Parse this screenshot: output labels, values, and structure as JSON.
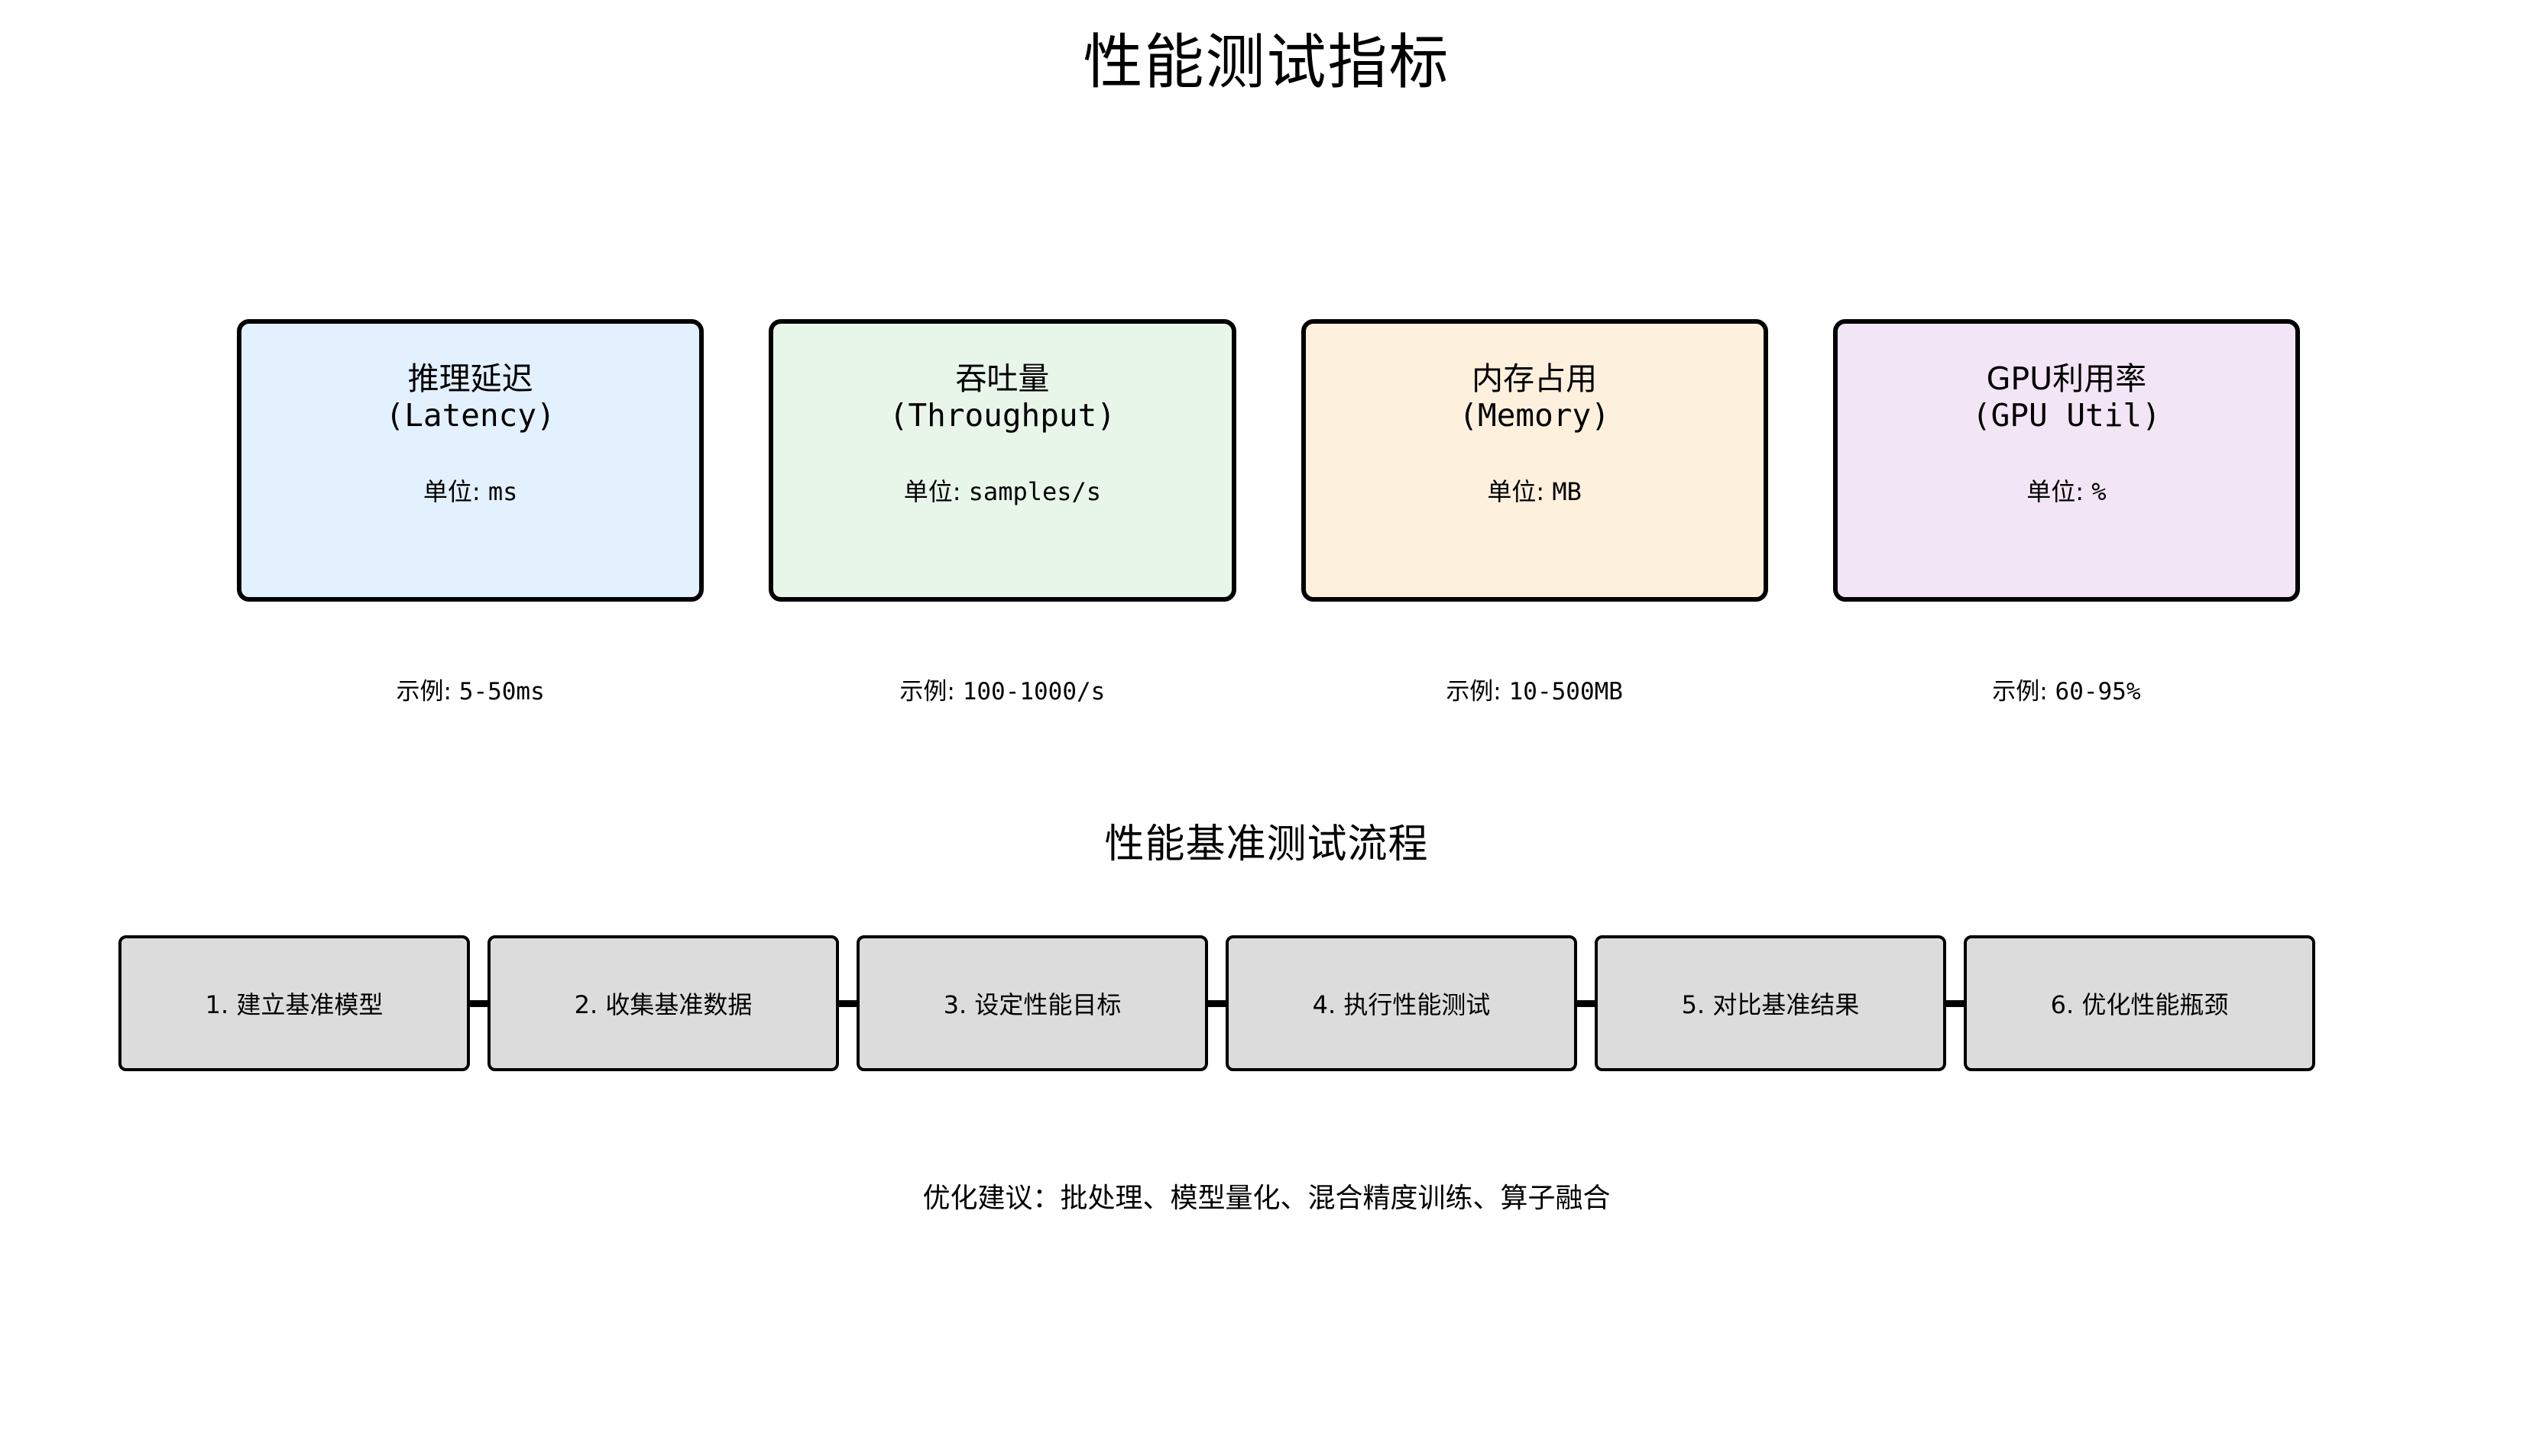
{
  "title": "性能测试指标",
  "metrics": [
    {
      "name": "推理延迟",
      "name_en": "(Latency)",
      "unit_label": "单位: ",
      "unit_value": "ms",
      "example_label": "示例: ",
      "example_value": "5-50ms",
      "fill": "#e3f0fd"
    },
    {
      "name": "吞吐量",
      "name_en": "(Throughput)",
      "unit_label": "单位: ",
      "unit_value": "samples/s",
      "example_label": "示例: ",
      "example_value": "100-1000/s",
      "fill": "#e8f6ea"
    },
    {
      "name": "内存占用",
      "name_en": "(Memory)",
      "unit_label": "单位: ",
      "unit_value": "MB",
      "example_label": "示例: ",
      "example_value": "10-500MB",
      "fill": "#fdf0dd"
    },
    {
      "name": "GPU利用率",
      "name_en": "(GPU Util)",
      "unit_label": "单位: ",
      "unit_value": "%",
      "example_label": "示例: ",
      "example_value": "60-95%",
      "fill": "#f2e5f5"
    }
  ],
  "flow": {
    "title": "性能基准测试流程",
    "steps": [
      "1. 建立基准模型",
      "2. 收集基准数据",
      "3. 设定性能目标",
      "4. 执行性能测试",
      "5. 对比基准结果",
      "6. 优化性能瓶颈"
    ],
    "box_fill": "#dcdcdc"
  },
  "footer_note": "优化建议：批处理、模型量化、混合精度训练、算子融合",
  "colors": {
    "border": "#000000",
    "text": "#000000",
    "background": "#ffffff"
  }
}
